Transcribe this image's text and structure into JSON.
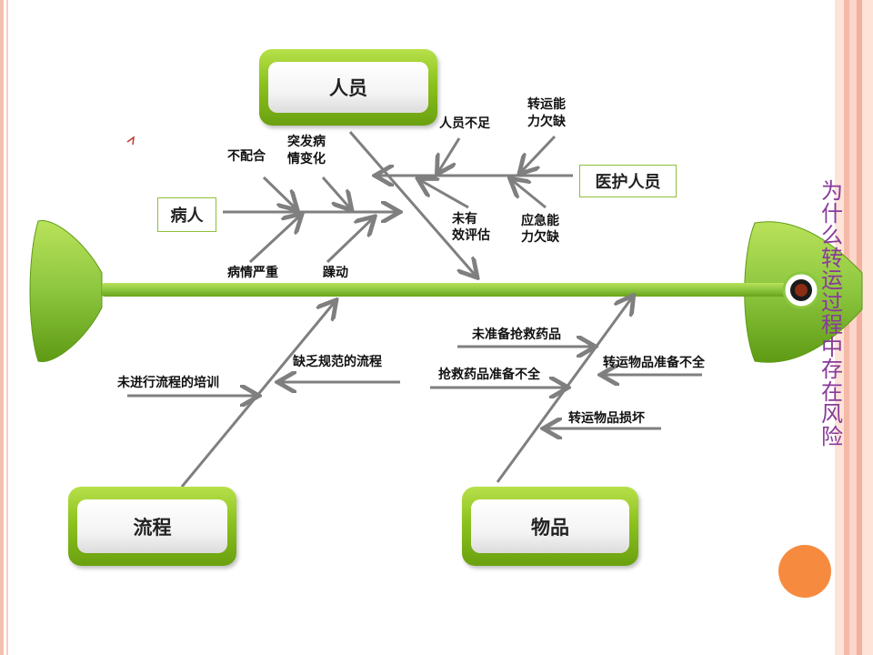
{
  "diagram": {
    "title_chars": [
      "为",
      "什",
      "么",
      "转",
      "运",
      "过",
      "程",
      "中",
      "存",
      "在",
      "风",
      "险"
    ],
    "categories": {
      "personnel": "人员",
      "process": "流程",
      "items": "物品"
    },
    "boxes": {
      "patient": "病人",
      "medical_staff": "医护人员"
    },
    "causes": {
      "not_cooperating": "不配合",
      "sudden_change_1": "突发病",
      "sudden_change_2": "情变化",
      "severe_condition": "病情严重",
      "agitation": "躁动",
      "staff_shortage": "人员不足",
      "transfer_ability_1": "转运能",
      "transfer_ability_2": "力欠缺",
      "no_eval_1": "未有",
      "no_eval_2": "效评估",
      "emergency_ability_1": "应急能",
      "emergency_ability_2": "力欠缺",
      "no_training": "未进行流程的培训",
      "no_standard_process": "缺乏规范的流程",
      "no_rescue_drugs": "未准备抢救药品",
      "incomplete_rescue_drugs": "抢救药品准备不全",
      "incomplete_transfer_items": "转运物品准备不全",
      "damaged_transfer_items": "转运物品损坏"
    },
    "colors": {
      "spine": "#8cc63f",
      "arrow": "#7f7f7f",
      "title": "#8a3a9a",
      "orange": "#f68b3f",
      "border_pink": "#f5b9a8"
    }
  }
}
